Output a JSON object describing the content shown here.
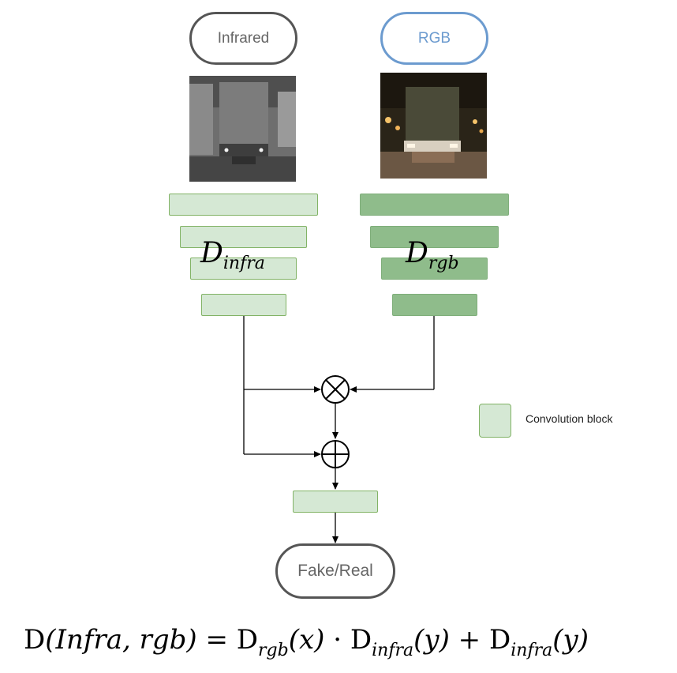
{
  "inputs": {
    "infrared_label": "Infrared",
    "rgb_label": "RGB"
  },
  "branches": {
    "infra": {
      "symbol": "D",
      "subscript": "infra"
    },
    "rgb": {
      "symbol": "D",
      "subscript": "rgb"
    }
  },
  "output": {
    "label": "Fake/Real"
  },
  "legend": {
    "label": "Convolution block"
  },
  "formula": {
    "lhs_D": "D",
    "lhs_args": "(Infra, rgb)",
    "equals": " = ",
    "t1_D": "D",
    "t1_sub": "rgb",
    "t1_arg": "(x)",
    "dot": " · ",
    "t2_D": "D",
    "t2_sub": "infra",
    "t2_arg": "(y)",
    "plus": "  + ",
    "t3_D": "D",
    "t3_sub": "infra",
    "t3_arg": "(y)"
  },
  "operators": {
    "multiply": "⊗",
    "add": "⊕"
  },
  "colors": {
    "light_block": "#d5e8d4",
    "dark_block": "#8fbc8b",
    "block_border": "#82b366",
    "rgb_accent": "#6c9bcf",
    "gray_border": "#555555"
  }
}
